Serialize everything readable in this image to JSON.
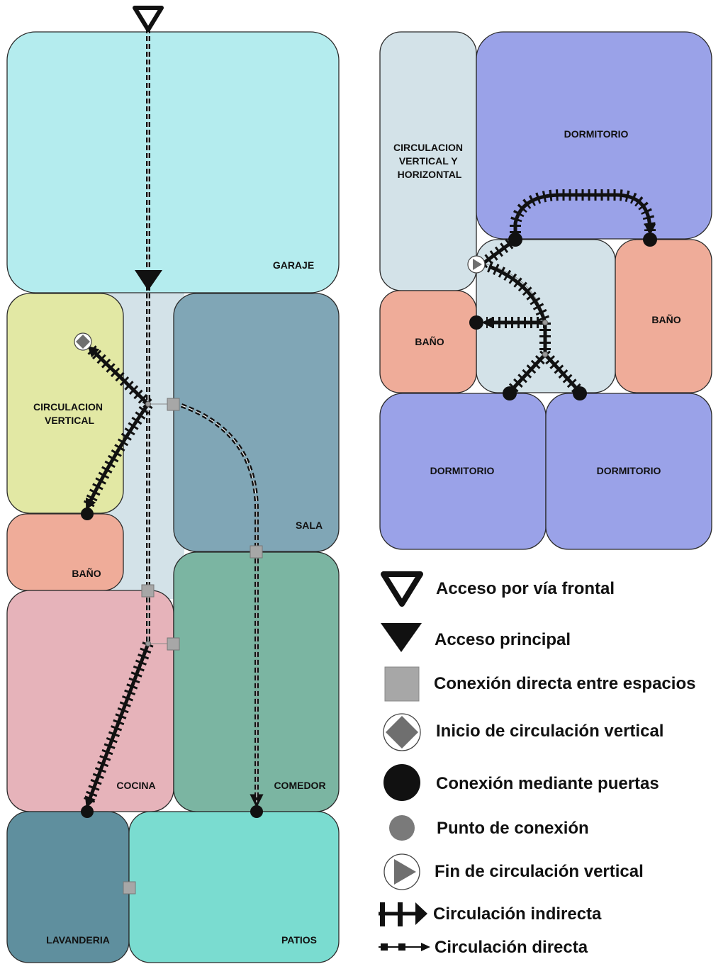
{
  "floor_plan_ground": {
    "rooms": [
      {
        "id": "garaje",
        "label": "GARAJE",
        "color": "#b4ecee"
      },
      {
        "id": "circulacion-vertical",
        "label": "CIRCULACION\nVERTICAL",
        "color": "#e2e8a4"
      },
      {
        "id": "sala",
        "label": "SALA",
        "color": "#80a6b6"
      },
      {
        "id": "bano-planta-baja",
        "label": "BAÑO",
        "color": "#efac99"
      },
      {
        "id": "cocina",
        "label": "COCINA",
        "color": "#e6b3ba"
      },
      {
        "id": "comedor",
        "label": "COMEDOR",
        "color": "#7bb5a2"
      },
      {
        "id": "lavanderia",
        "label": "LAVANDERIA",
        "color": "#5f8f9e"
      },
      {
        "id": "patios",
        "label": "PATIOS",
        "color": "#7adcd0"
      }
    ],
    "hall_color": "#d3e2e8"
  },
  "floor_plan_upper": {
    "rooms": [
      {
        "id": "circulacion-vertical-horizontal",
        "label": "CIRCULACION\nVERTICAL Y\nHORIZONTAL",
        "color": "#d3e2e8"
      },
      {
        "id": "dormitorio-superior",
        "label": "DORMITORIO",
        "color": "#9aa2e8"
      },
      {
        "id": "bano-derecho",
        "label": "BAÑO",
        "color": "#efac99"
      },
      {
        "id": "bano-izquierdo",
        "label": "BAÑO",
        "color": "#efac99"
      },
      {
        "id": "dormitorio-inferior-izquierdo",
        "label": "DORMITORIO",
        "color": "#9aa2e8"
      },
      {
        "id": "dormitorio-inferior-derecho",
        "label": "DORMITORIO",
        "color": "#9aa2e8"
      }
    ],
    "hall_color": "#d3e2e8"
  },
  "legend": [
    {
      "symbol": "open-triangle-icon",
      "label": "Acceso por vía frontal"
    },
    {
      "symbol": "filled-triangle-icon",
      "label": "Acceso principal"
    },
    {
      "symbol": "gray-square-icon",
      "label": "Conexión directa entre espacios"
    },
    {
      "symbol": "diamond-circle-icon",
      "label": "Inicio de circulación vertical"
    },
    {
      "symbol": "black-circle-icon",
      "label": "Conexión mediante puertas"
    },
    {
      "symbol": "gray-circle-icon",
      "label": "Punto de conexión"
    },
    {
      "symbol": "play-circle-icon",
      "label": "Fin de circulación vertical"
    },
    {
      "symbol": "indirect-circulation-icon",
      "label": "Circulación indirecta"
    },
    {
      "symbol": "direct-circulation-icon",
      "label": "Circulación directa"
    }
  ],
  "colors": {
    "outline": "#2a2a2a",
    "line": "#111111",
    "connector_square": "#a7a7a7",
    "connector_point": "#9a9a9a"
  }
}
